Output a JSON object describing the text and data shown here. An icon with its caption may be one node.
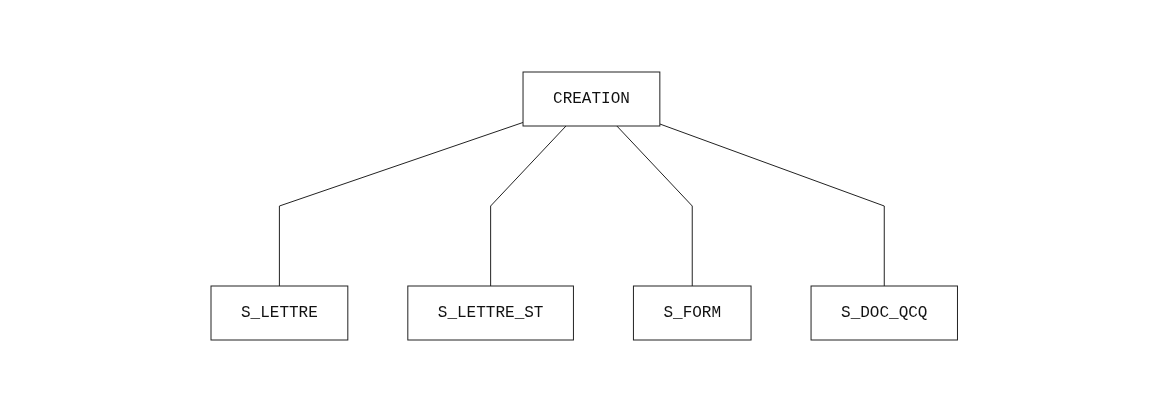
{
  "diagram": {
    "nodes": [
      {
        "text": [
          "CREATION"
        ]
      },
      {
        "text": [
          "S_LETTRE"
        ]
      },
      {
        "text": [
          "S_LETTRE_ST"
        ]
      },
      {
        "text": [
          "S_FORM"
        ]
      },
      {
        "text": [
          "S_DOC_QCQ"
        ]
      }
    ],
    "edges": [
      {
        "from": 0,
        "to": 1,
        "arrow": "none"
      },
      {
        "from": 0,
        "to": 2,
        "arrow": "none"
      },
      {
        "from": 0,
        "to": 3,
        "arrow": "none"
      },
      {
        "from": 0,
        "to": 4,
        "arrow": "none"
      }
    ]
  }
}
